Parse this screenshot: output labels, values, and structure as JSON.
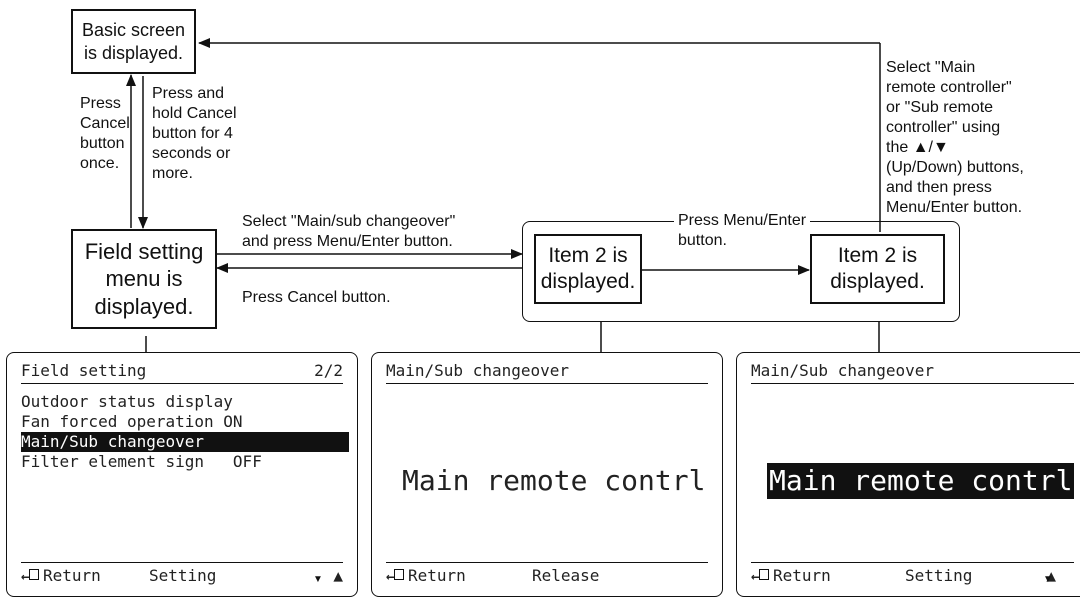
{
  "flow": {
    "basic_screen": "Basic screen\nis displayed.",
    "field_menu": "Field setting\nmenu is\ndisplayed.",
    "item2_left": "Item 2 is\ndisplayed.",
    "item2_right": "Item 2 is\ndisplayed.",
    "press_cancel_once": "Press\nCancel\nbutton\nonce.",
    "press_hold_cancel": "Press and\nhold Cancel\nbutton for 4\nseconds or\nmore.",
    "select_main_sub": "Select \"Main/sub changeover\"\nand press Menu/Enter button.",
    "press_cancel": "Press Cancel button.",
    "press_menu_enter": "Press Menu/Enter\nbutton.",
    "select_main_remote": "Select \"Main\nremote controller\"\nor \"Sub remote\ncontroller\" using\nthe ▲/▼\n(Up/Down) buttons,\nand then press\nMenu/Enter button."
  },
  "screens": {
    "left": {
      "title": "Field setting",
      "page": "2/2",
      "items": [
        "Outdoor status display",
        "Fan forced operation ON",
        "Main/Sub changeover",
        "Filter element sign   OFF"
      ],
      "footer_left": "Return",
      "footer_mid": "Setting",
      "footer_right_icon": "up-down-icon"
    },
    "middle": {
      "title": "Main/Sub changeover",
      "value": "Main remote contrl",
      "footer_left": "Return",
      "footer_mid": "Release"
    },
    "right": {
      "title": "Main/Sub changeover",
      "value": "Main remote contrl",
      "footer_left": "Return",
      "footer_mid": "Setting",
      "footer_right_icon": "up-down-icon"
    }
  }
}
